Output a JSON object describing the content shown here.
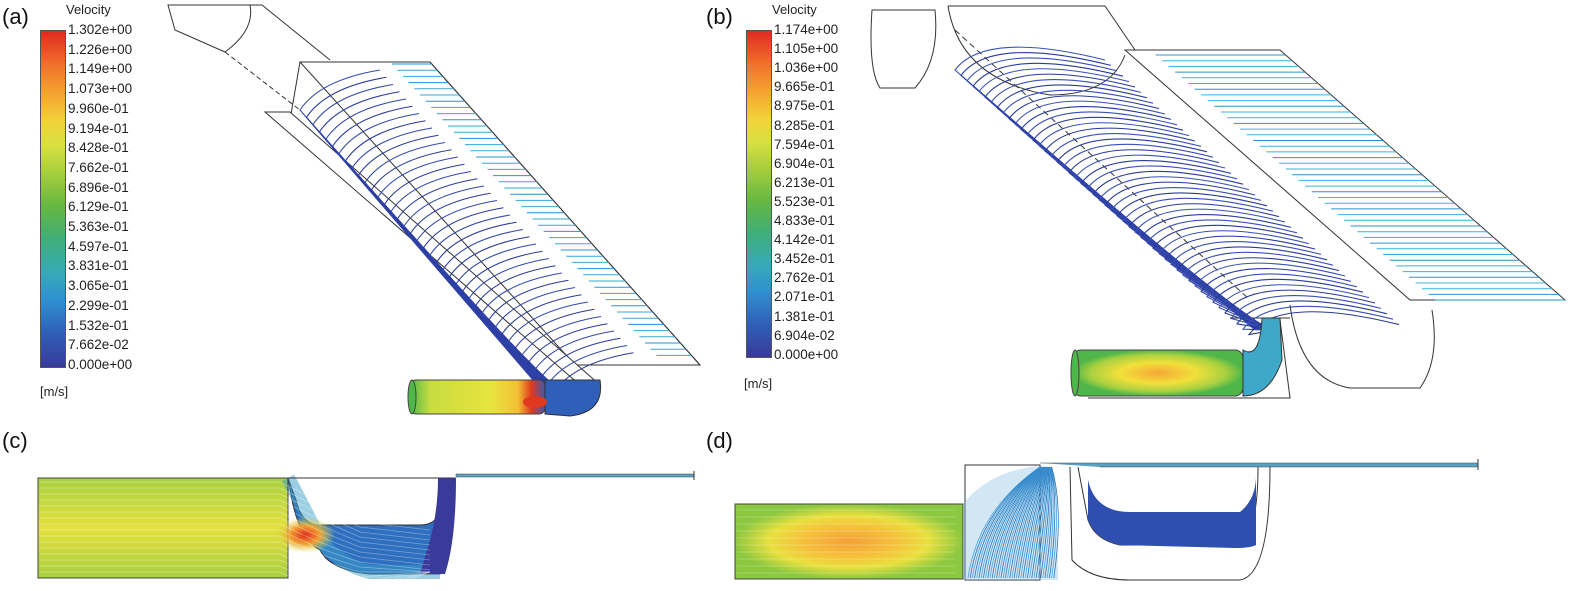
{
  "panels": {
    "a": {
      "label": "(a)"
    },
    "b": {
      "label": "(b)"
    },
    "c": {
      "label": "(c)"
    },
    "d": {
      "label": "(d)"
    }
  },
  "legends": [
    {
      "title": "Velocity",
      "unit": "[m/s]",
      "ticks": [
        "1.302e+00",
        "1.226e+00",
        "1.149e+00",
        "1.073e+00",
        "9.960e-01",
        "9.194e-01",
        "8.428e-01",
        "7.662e-01",
        "6.896e-01",
        "6.129e-01",
        "5.363e-01",
        "4.597e-01",
        "3.831e-01",
        "3.065e-01",
        "2.299e-01",
        "1.532e-01",
        "7.662e-02",
        "0.000e+00"
      ]
    },
    {
      "title": "Velocity",
      "unit": "[m/s]",
      "ticks": [
        "1.174e+00",
        "1.105e+00",
        "1.036e+00",
        "9.665e-01",
        "8.975e-01",
        "8.285e-01",
        "7.594e-01",
        "6.904e-01",
        "6.213e-01",
        "5.523e-01",
        "4.833e-01",
        "4.142e-01",
        "3.452e-01",
        "2.762e-01",
        "2.071e-01",
        "1.381e-01",
        "6.904e-02",
        "0.000e+00"
      ]
    }
  ],
  "colormap": [
    "#3a3a9a",
    "#2f6fc0",
    "#2fa0d8",
    "#3fb6b0",
    "#4fb870",
    "#5cb43a",
    "#9cc93a",
    "#d8e042",
    "#f2e63a",
    "#f7c234",
    "#f08a2a",
    "#e0381e"
  ]
}
